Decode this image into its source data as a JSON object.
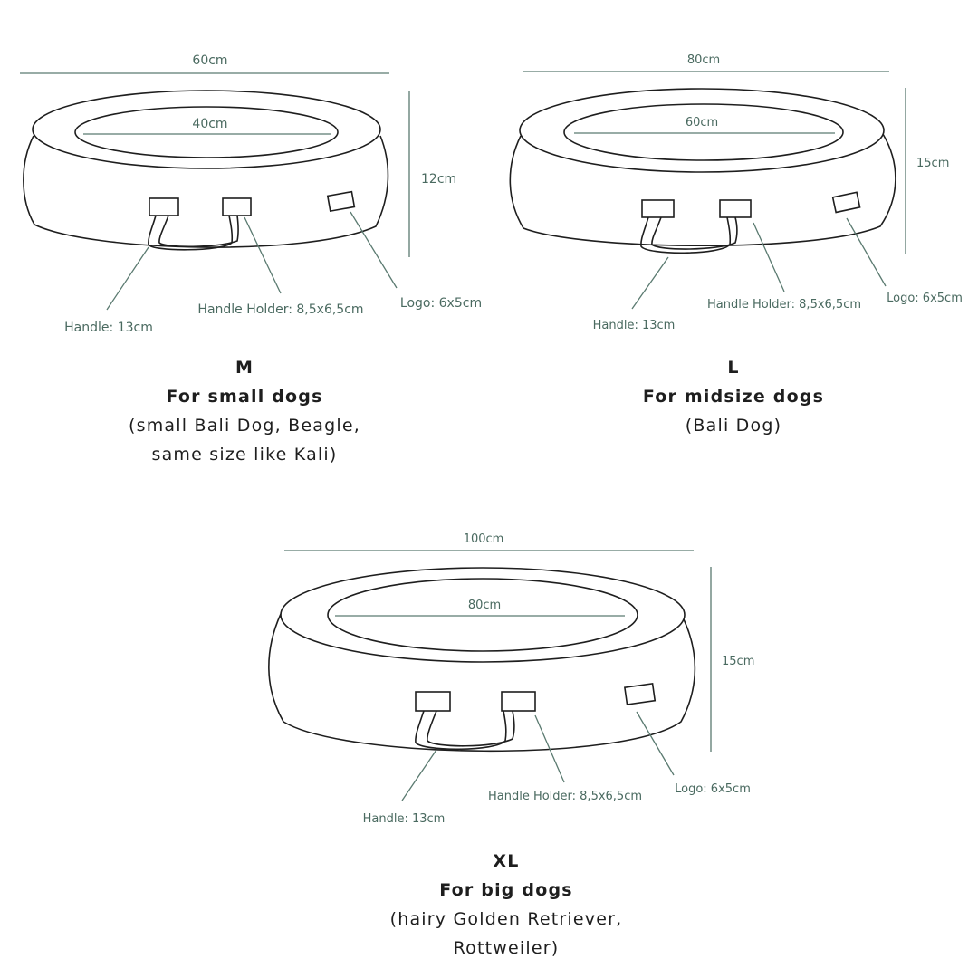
{
  "beds": [
    {
      "size": "M",
      "audience": "For small dogs",
      "examples_line1": "(small Bali Dog, Beagle,",
      "examples_line2": "same size like Kali)",
      "outer_width": "60cm",
      "inner_width": "40cm",
      "height": "12cm",
      "handle": "Handle: 13cm",
      "handle_holder": "Handle Holder: 8,5x6,5cm",
      "logo": "Logo: 6x5cm"
    },
    {
      "size": "L",
      "audience": "For midsize dogs",
      "examples_line1": "(Bali Dog)",
      "outer_width": "80cm",
      "inner_width": "60cm",
      "height": "15cm",
      "handle": "Handle: 13cm",
      "handle_holder": "Handle Holder: 8,5x6,5cm",
      "logo": "Logo: 6x5cm"
    },
    {
      "size": "XL",
      "audience": "For big dogs",
      "examples_line1": "(hairy Golden Retriever,",
      "examples_line2": "Rottweiler)",
      "outer_width": "100cm",
      "inner_width": "80cm",
      "height": "15cm",
      "handle": "Handle: 13cm",
      "handle_holder": "Handle Holder: 8,5x6,5cm",
      "logo": "Logo: 6x5cm"
    }
  ]
}
